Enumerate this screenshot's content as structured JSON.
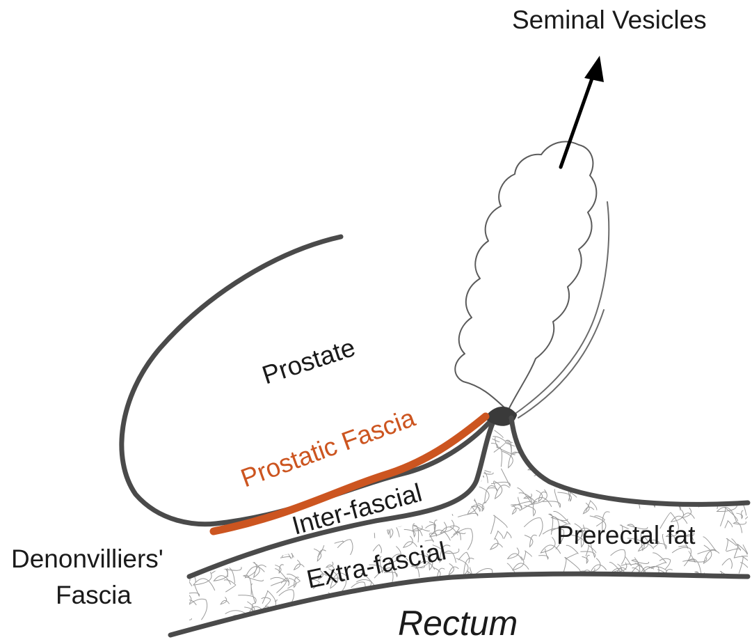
{
  "labels": {
    "seminal_vesicles": "Seminal Vesicles",
    "prostate": "Prostate",
    "prostatic_fascia": "Prostatic Fascia",
    "inter_fascial": "Inter-fascial",
    "extra_fascial": "Extra-fascial",
    "prerectal_fat": "Prerectal fat",
    "denonvilliers_line1": "Denonvilliers'",
    "denonvilliers_line2": "Fascia",
    "rectum": "Rectum"
  },
  "colors": {
    "outline": "#4a4a4a",
    "prostatic_fascia": "#cc5520",
    "text": "#1a1a1a",
    "fat_texture": "#9a9a9a"
  }
}
